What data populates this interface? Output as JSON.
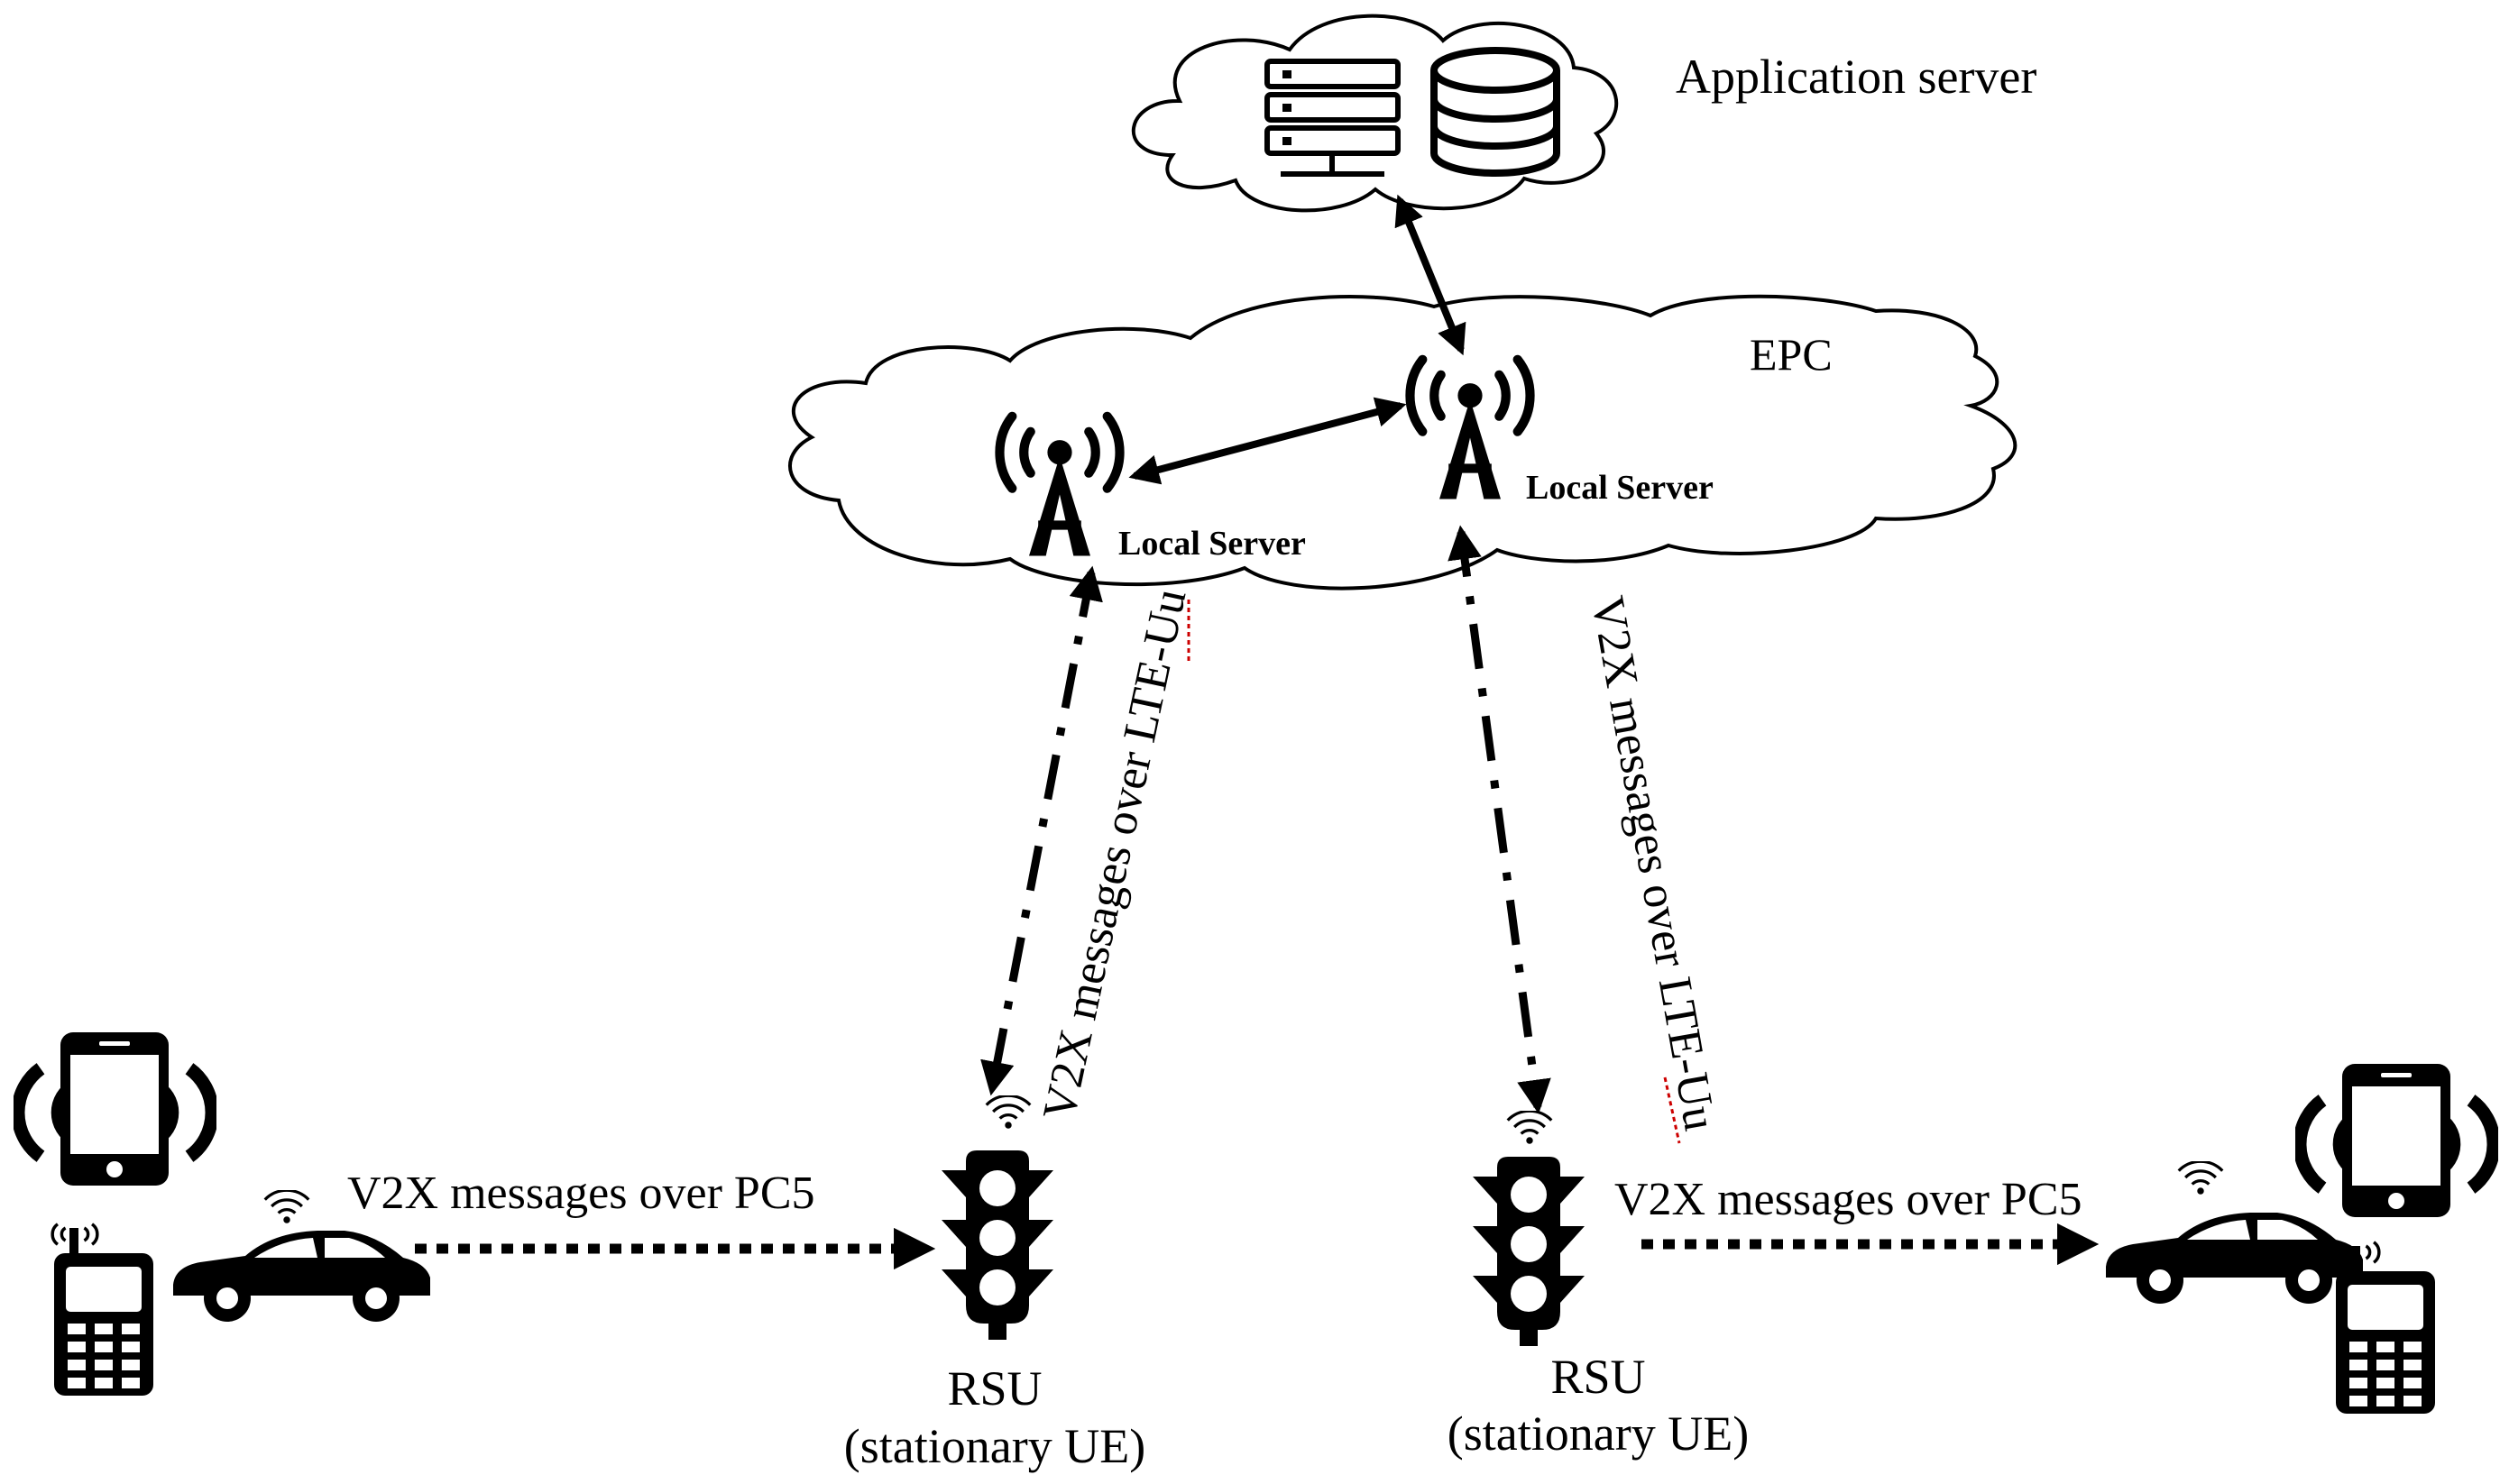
{
  "labels": {
    "app_server": "Application server",
    "epc": "EPC",
    "local_server_left": "Local Server",
    "local_server_right": "Local Server",
    "lte_uu_left": "V2X messages over LTE-Uu",
    "lte_uu_right": "V2X messages over LTE-Uu",
    "pc5_left": "V2X messages over PC5",
    "pc5_right": "V2X messages over PC5",
    "rsu_left_1": "RSU",
    "rsu_left_2": "(stationary UE)",
    "rsu_right_1": "RSU",
    "rsu_right_2": "(stationary UE)"
  },
  "icons": [
    "server-rack-icon",
    "database-icon",
    "cell-tower-icon",
    "traffic-light-icon",
    "smartphone-icon",
    "feature-phone-icon",
    "car-icon",
    "wifi-signal-icon"
  ],
  "colors": {
    "stroke": "#000000",
    "background": "#ffffff",
    "underline": "#cc0000"
  }
}
